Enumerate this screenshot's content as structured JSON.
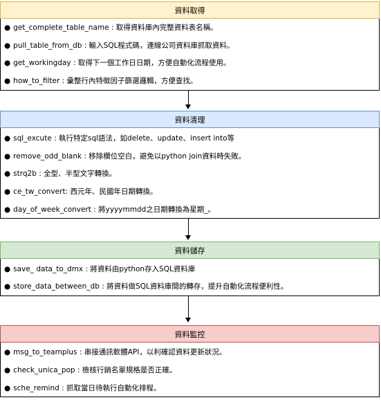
{
  "sections": [
    {
      "title": "資料取得",
      "header_fill": "#fff2cc",
      "header_border": "#d6b656",
      "items": [
        "get_complete_table_name : 取得資料庫內完整資料表名稱。",
        "pull_table_from_db : 輸入SQL程式碼，連線公司資料庫抓取資料。",
        "get_workingday : 取得下一個工作日日期，方便自動化流程使用。",
        "how_to_filter : 彙整行內特徵因子篩選邏輯，方便查找。"
      ]
    },
    {
      "title": "資料清理",
      "header_fill": "#dae8fc",
      "header_border": "#6c8ebf",
      "items": [
        "sql_excute : 執行特定sql語法，如delete、update、insert into等",
        "remove_odd_blank : 移除欄位空白，避免以python join資料時失敗。",
        "strq2b : 全型、半型文字轉換。",
        "ce_tw_convert: 西元年、民國年日期轉換。",
        "day_of_week_convert : 將yyyymmdd之日期轉換為星期_。"
      ]
    },
    {
      "title": "資料儲存",
      "header_fill": "#d5e8d4",
      "header_border": "#82b366",
      "items": [
        "save_ data_to_dmx : 將資料由python存入SQL資料庫",
        "store_data_between_db : 將資料做SQL資料庫間的轉存，提升自動化流程便利性。"
      ]
    },
    {
      "title": "資料監控",
      "header_fill": "#f8cecc",
      "header_border": "#b85450",
      "items": [
        "msg_to_teamplus : 串接通訊軟體API，以利確認資料更新狀況。",
        "check_unica_pop : 檢核行銷名單規格是否正確。",
        "sche_remind : 抓取當日待執行自動化排程。"
      ]
    }
  ],
  "bullet": "●"
}
